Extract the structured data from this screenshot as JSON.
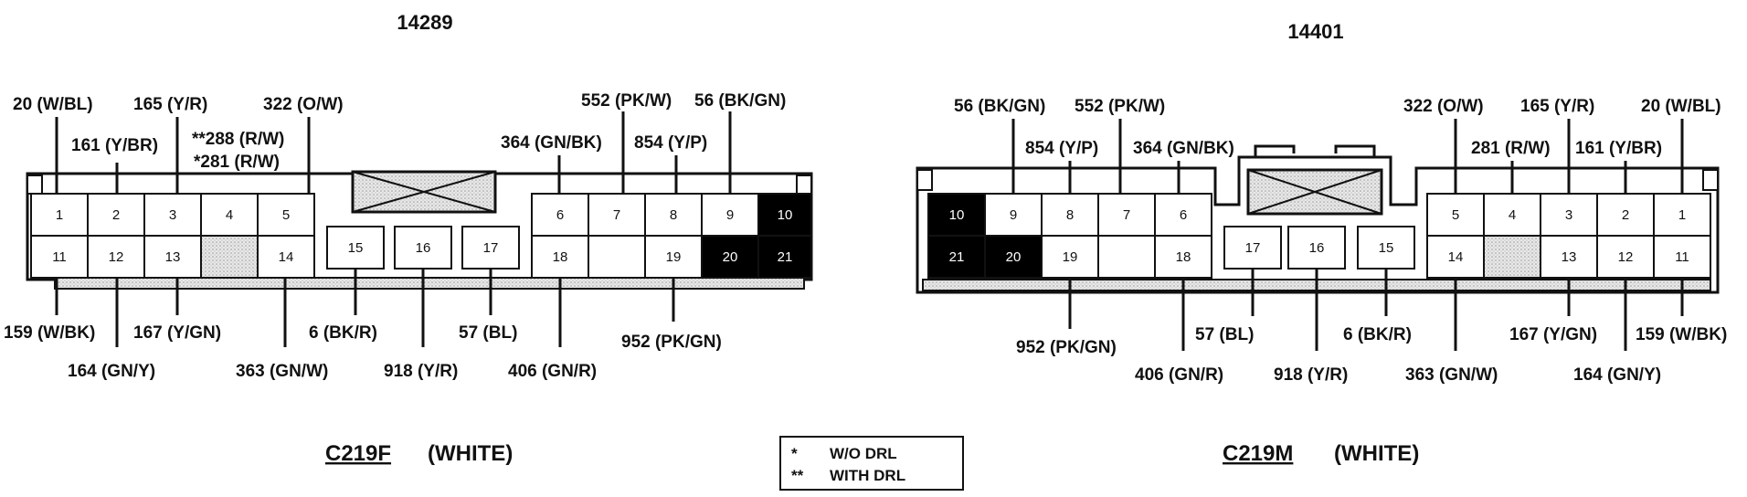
{
  "left": {
    "part_number": "14289",
    "connector_id": "C219F",
    "color_label": "(WHITE)",
    "cavities": [
      "1",
      "2",
      "3",
      "4",
      "5",
      "6",
      "7",
      "8",
      "9",
      "10",
      "11",
      "12",
      "13",
      "14",
      "15",
      "16",
      "17",
      "18",
      "19",
      "20",
      "21"
    ],
    "wires_top": [
      "20 (W/BL)",
      "161 (Y/BR)",
      "165 (Y/R)",
      "**288 (R/W)",
      "*281 (R/W)",
      "322 (O/W)",
      "364 (GN/BK)",
      "552 (PK/W)",
      "854 (Y/P)",
      "56 (BK/GN)"
    ],
    "wires_bottom": [
      "159 (W/BK)",
      "164 (GN/Y)",
      "167 (Y/GN)",
      "363 (GN/W)",
      "6 (BK/R)",
      "918 (Y/R)",
      "57 (BL)",
      "406 (GN/R)",
      "952 (PK/GN)"
    ]
  },
  "right": {
    "part_number": "14401",
    "connector_id": "C219M",
    "color_label": "(WHITE)",
    "cavities": [
      "1",
      "2",
      "3",
      "4",
      "5",
      "6",
      "7",
      "8",
      "9",
      "10",
      "11",
      "12",
      "13",
      "14",
      "15",
      "16",
      "17",
      "18",
      "19",
      "20",
      "21"
    ],
    "wires_top": [
      "56 (BK/GN)",
      "552 (PK/W)",
      "854 (Y/P)",
      "364 (GN/BK)",
      "322 (O/W)",
      "281 (R/W)",
      "165 (Y/R)",
      "161 (Y/BR)",
      "20 (W/BL)"
    ],
    "wires_bottom": [
      "952 (PK/GN)",
      "406 (GN/R)",
      "57 (BL)",
      "918 (Y/R)",
      "6 (BK/R)",
      "363 (GN/W)",
      "167 (Y/GN)",
      "164 (GN/Y)",
      "159 (W/BK)"
    ]
  },
  "legend": {
    "mark1": "*",
    "text1": "W/O DRL",
    "mark2": "**",
    "text2": "WITH DRL"
  }
}
